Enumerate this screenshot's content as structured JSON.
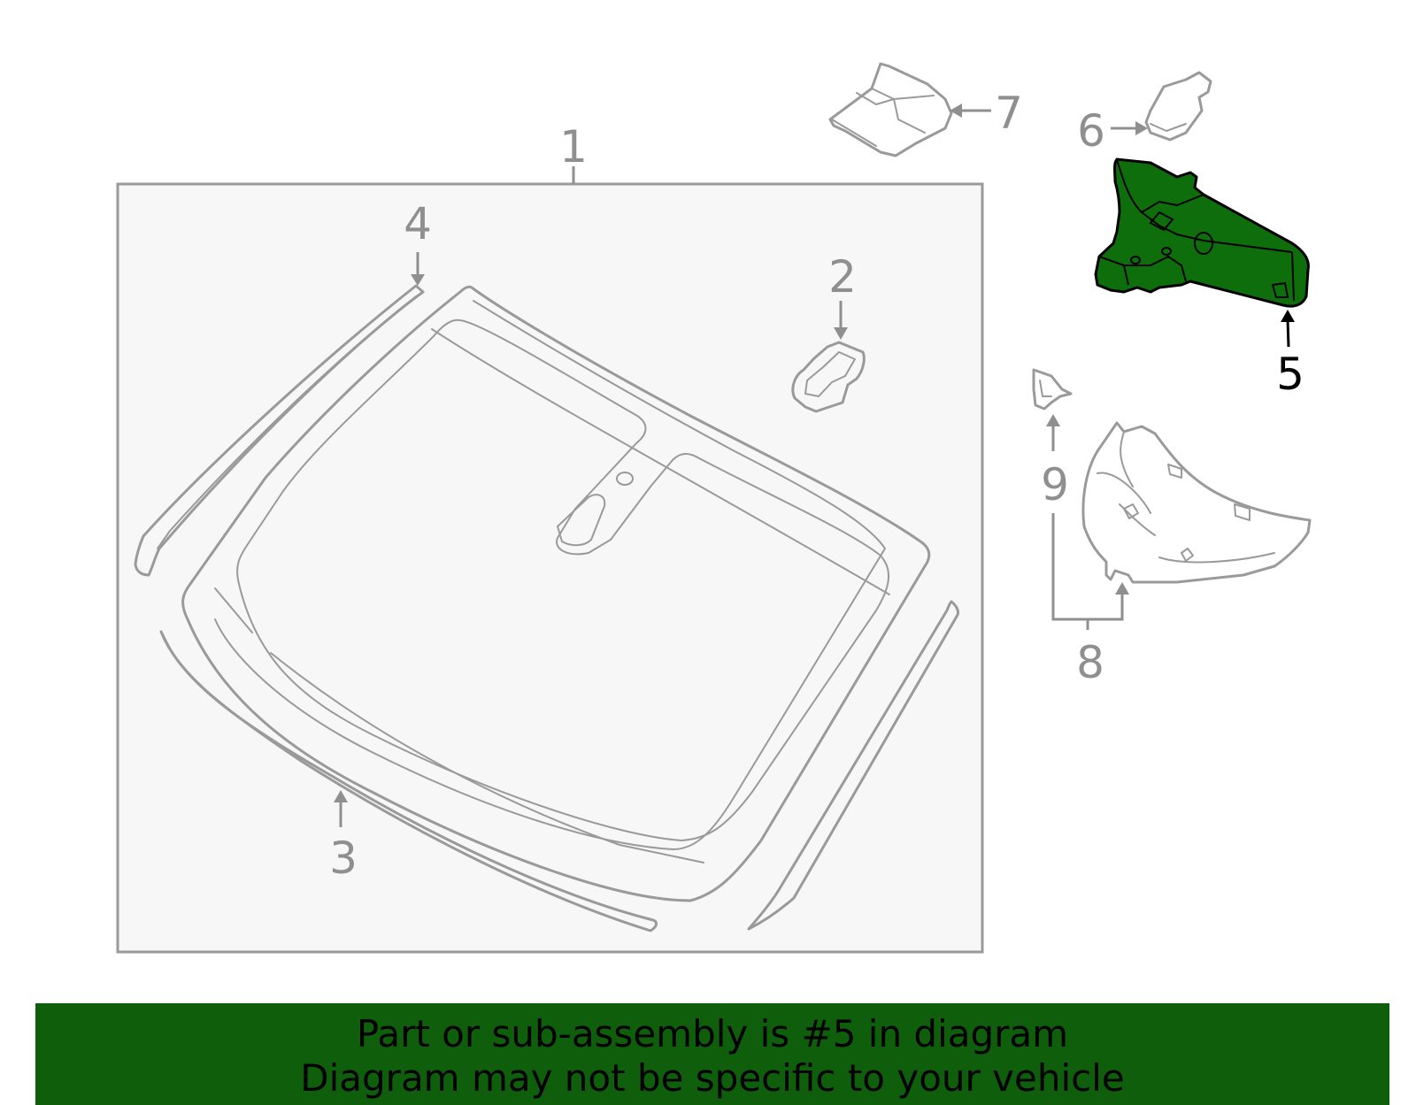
{
  "callouts": {
    "c1": "1",
    "c2": "2",
    "c3": "3",
    "c4": "4",
    "c5": "5",
    "c6": "6",
    "c7": "7",
    "c8": "8",
    "c9": "9"
  },
  "highlighted_part": "5",
  "colors": {
    "highlight_fill": "#0e6e0b",
    "banner_bg": "#0e5e0b",
    "line_gray": "#9a9a9a",
    "box_fill": "#f7f7f7"
  },
  "banner": {
    "line1": "Part or sub-assembly is #5 in diagram",
    "line2": "Diagram may not be specific to your vehicle"
  }
}
